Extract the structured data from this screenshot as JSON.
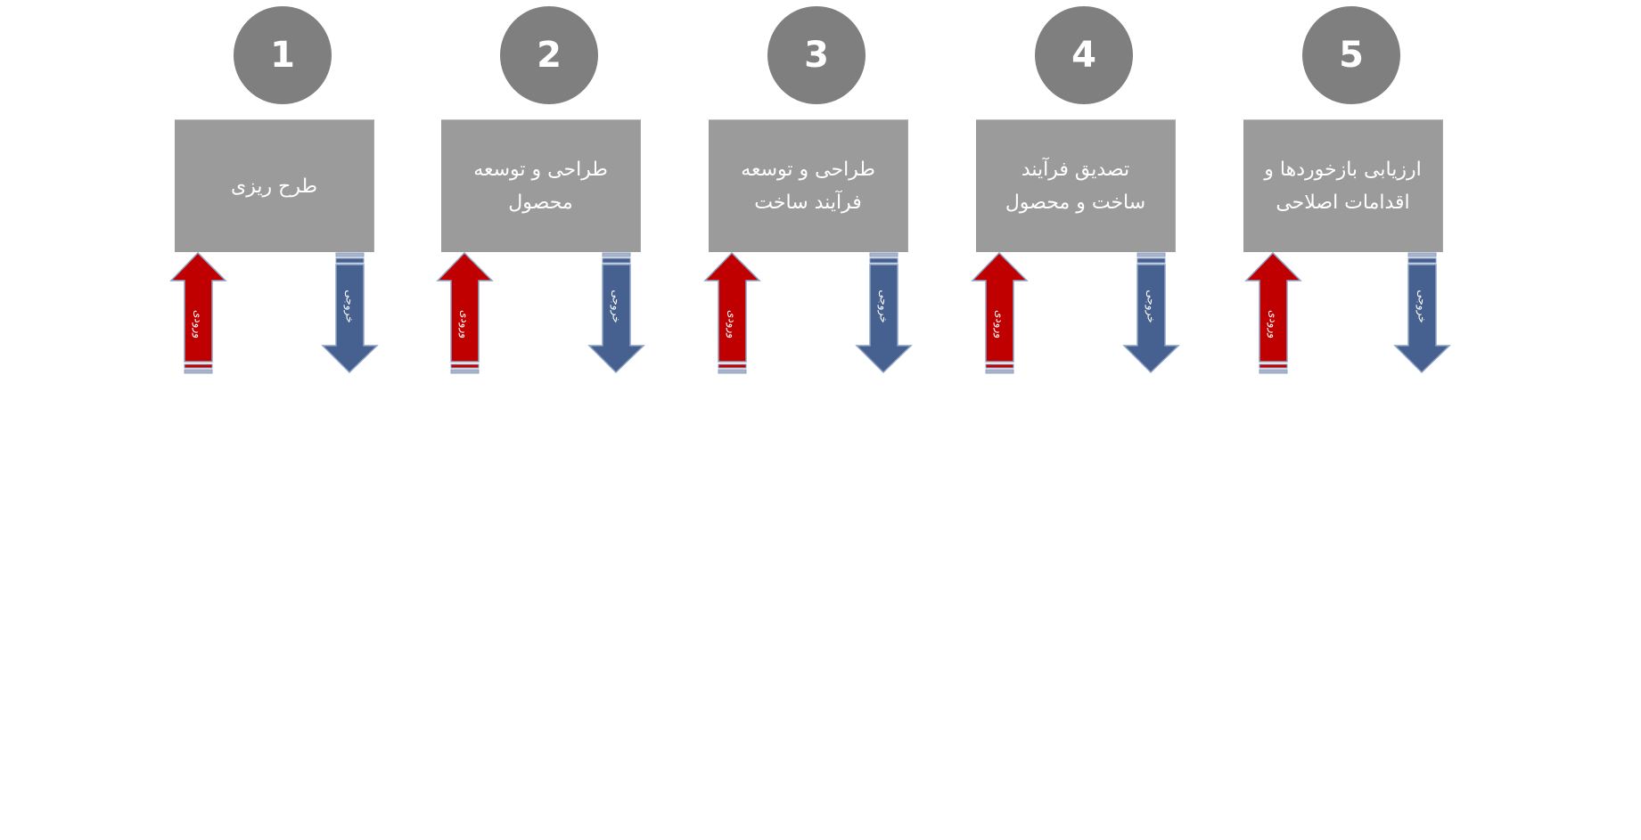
{
  "diagram": {
    "title": "",
    "colors": {
      "circle": "#7f7f7f",
      "box": "#9b9b9b",
      "input_arrow": "#c00000",
      "output_arrow": "#46608f",
      "arrow_border": "#8ea3c3",
      "text": "#ffffff"
    },
    "phases": [
      {
        "number": "1",
        "lines": [
          "طرح ریزی"
        ],
        "input_label": "ورودی",
        "output_label": "خروجی"
      },
      {
        "number": "2",
        "lines": [
          "طراحی و توسعه",
          "محصول"
        ],
        "input_label": "ورودی",
        "output_label": "خروجی"
      },
      {
        "number": "3",
        "lines": [
          "طراحی و توسعه",
          "فرآیند ساخت"
        ],
        "input_label": "ورودی",
        "output_label": "خروجی"
      },
      {
        "number": "4",
        "lines": [
          "تصدیق فرآیند",
          "ساخت و محصول"
        ],
        "input_label": "ورودی",
        "output_label": "خروجی"
      },
      {
        "number": "5",
        "lines": [
          "ارزیابی بازخوردها و",
          "اقدامات اصلاحی"
        ],
        "input_label": "ورودی",
        "output_label": "خروجی"
      }
    ]
  }
}
